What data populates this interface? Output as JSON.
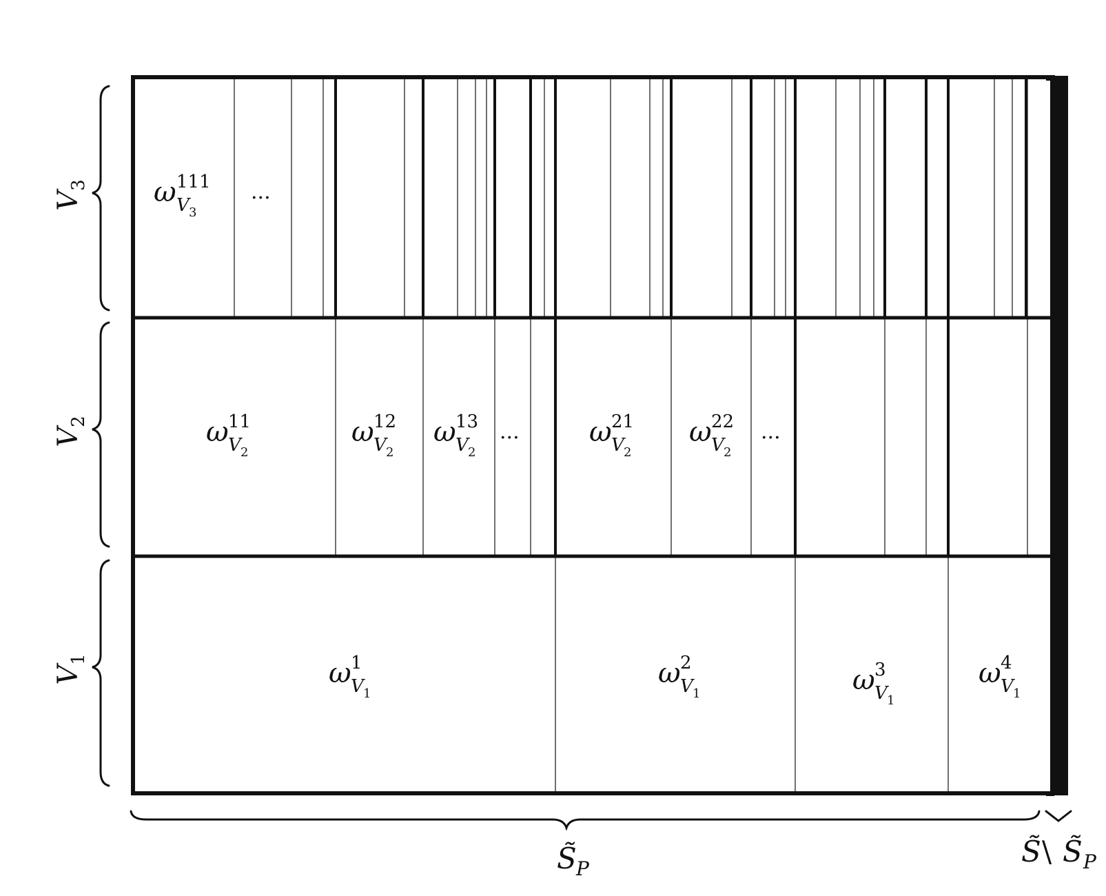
{
  "diagram": {
    "rows": {
      "v3": {
        "label": "V",
        "label_sub": "3",
        "cells": [
          {
            "base": "ω",
            "sup": "111",
            "sub": "V",
            "subsub": "3"
          }
        ],
        "ellipsis": "..."
      },
      "v2": {
        "label": "V",
        "label_sub": "2",
        "cells": [
          {
            "base": "ω",
            "sup": "11",
            "sub": "V",
            "subsub": "2"
          },
          {
            "base": "ω",
            "sup": "12",
            "sub": "V",
            "subsub": "2"
          },
          {
            "base": "ω",
            "sup": "13",
            "sub": "V",
            "subsub": "2"
          },
          {
            "base": "ω",
            "sup": "21",
            "sub": "V",
            "subsub": "2"
          },
          {
            "base": "ω",
            "sup": "22",
            "sub": "V",
            "subsub": "2"
          }
        ],
        "ellipsis_1": "...",
        "ellipsis_2": "..."
      },
      "v1": {
        "label": "V",
        "label_sub": "1",
        "cells": [
          {
            "base": "ω",
            "sup": "1",
            "sub": "V",
            "subsub": "1"
          },
          {
            "base": "ω",
            "sup": "2",
            "sub": "V",
            "subsub": "1"
          },
          {
            "base": "ω",
            "sup": "3",
            "sub": "V",
            "subsub": "1"
          },
          {
            "base": "ω",
            "sup": "4",
            "sub": "V",
            "subsub": "1"
          }
        ]
      }
    },
    "bottom_labels": {
      "sp": {
        "base": "S̃",
        "sub": "P"
      },
      "complement": {
        "left": "S̃",
        "op": "\\",
        "right": "S̃",
        "right_sub": "P"
      }
    }
  }
}
